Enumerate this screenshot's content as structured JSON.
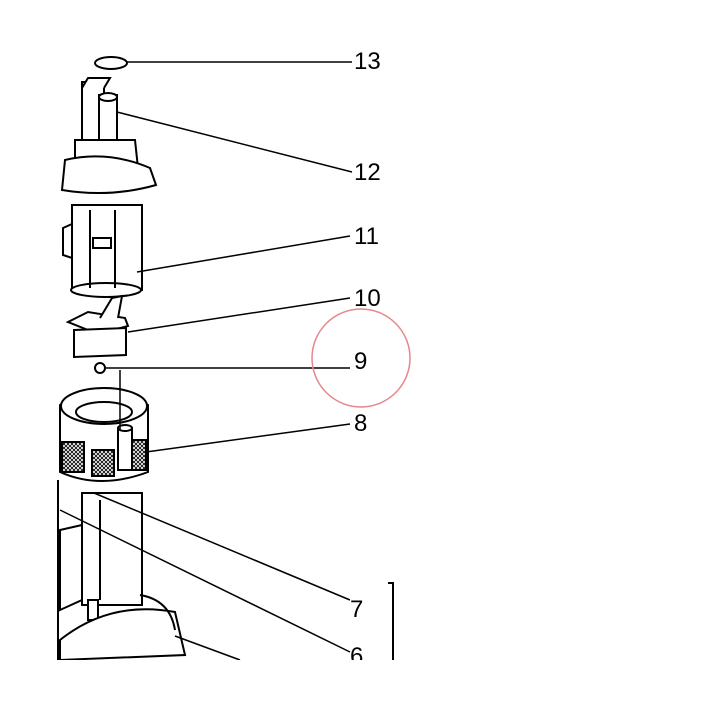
{
  "diagram": {
    "callouts": {
      "c13": "13",
      "c12": "12",
      "c11": "11",
      "c10": "10",
      "c9": "9",
      "c8": "8",
      "c7": "7",
      "c6": "6"
    },
    "highlight": {
      "target": "9",
      "color": "#e8868a"
    },
    "colors": {
      "ink": "#000000",
      "background": "#ffffff"
    }
  }
}
